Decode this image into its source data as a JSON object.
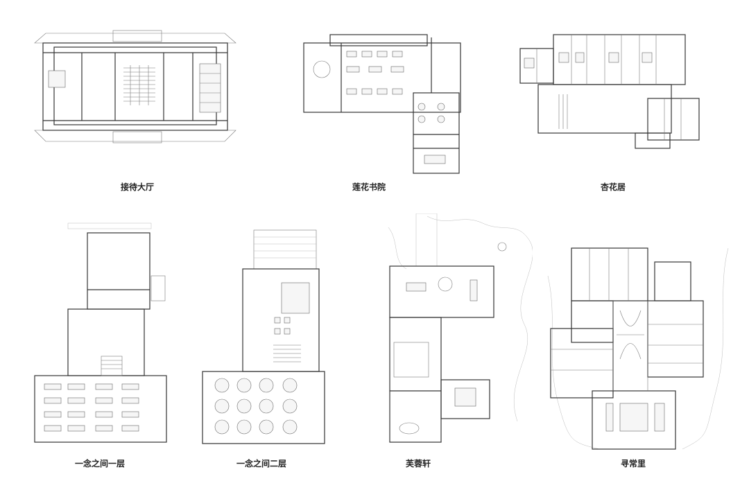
{
  "plans": [
    {
      "label": "接待大厅"
    },
    {
      "label": "莲花书院"
    },
    {
      "label": "杏花居"
    },
    {
      "label": "一念之间一层"
    },
    {
      "label": "一念之间二层"
    },
    {
      "label": "芙蓉轩"
    },
    {
      "label": "寻常里"
    }
  ],
  "colors": {
    "line": "#333333",
    "label": "#222222",
    "background": "#ffffff"
  }
}
